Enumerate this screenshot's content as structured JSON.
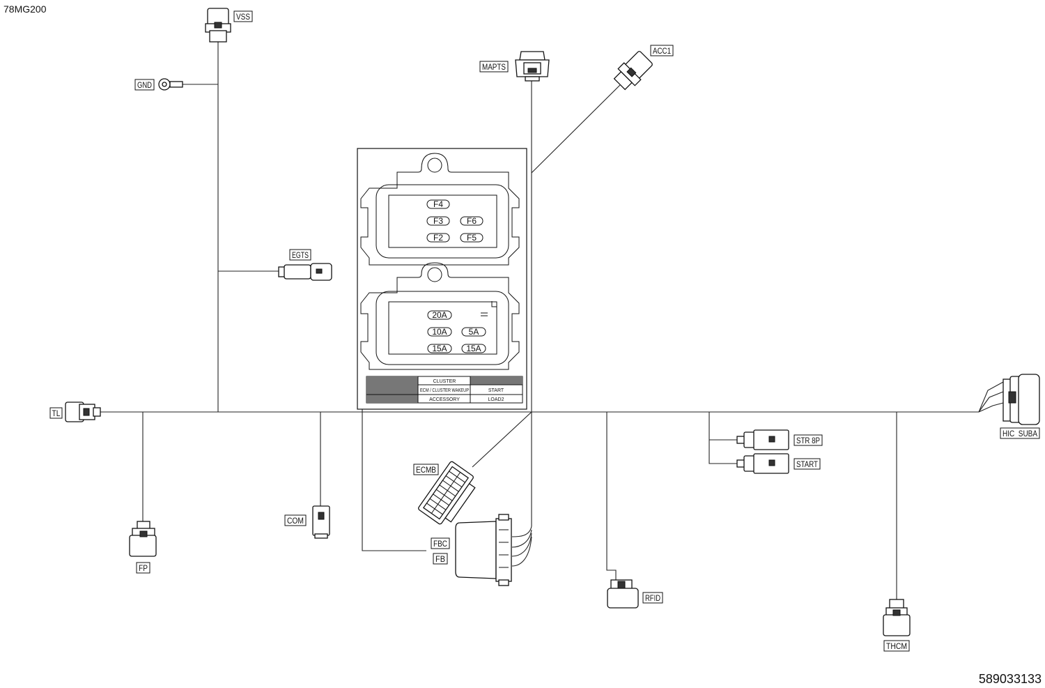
{
  "drawing_code": "78MG200",
  "part_number": "589033133",
  "connectors": {
    "vss": "VSS",
    "gnd": "GND",
    "mapts": "MAPTS",
    "acc1": "ACC1",
    "egts": "EGTS",
    "tl": "TL",
    "hic_suba": "HIC  SUBA",
    "str8p": "STR 8P",
    "start": "START",
    "ecmb": "ECMB",
    "com": "COM",
    "fbc": "FBC",
    "fb": "FB",
    "fp": "FP",
    "rfid": "RFID",
    "thcm": "THCM"
  },
  "fuse_box": {
    "upper_fuses": [
      "F4",
      "F3",
      "F6",
      "F2",
      "F5"
    ],
    "lower_fuses": [
      "20A",
      "10A",
      "5A",
      "15A",
      "15A"
    ],
    "table": {
      "r1c2": "CLUSTER",
      "r2c2": "ECM / CLUSTER WAKEUP",
      "r2c3": "START",
      "r3c2": "ACCESSORY",
      "r3c3": "LOAD2"
    }
  }
}
